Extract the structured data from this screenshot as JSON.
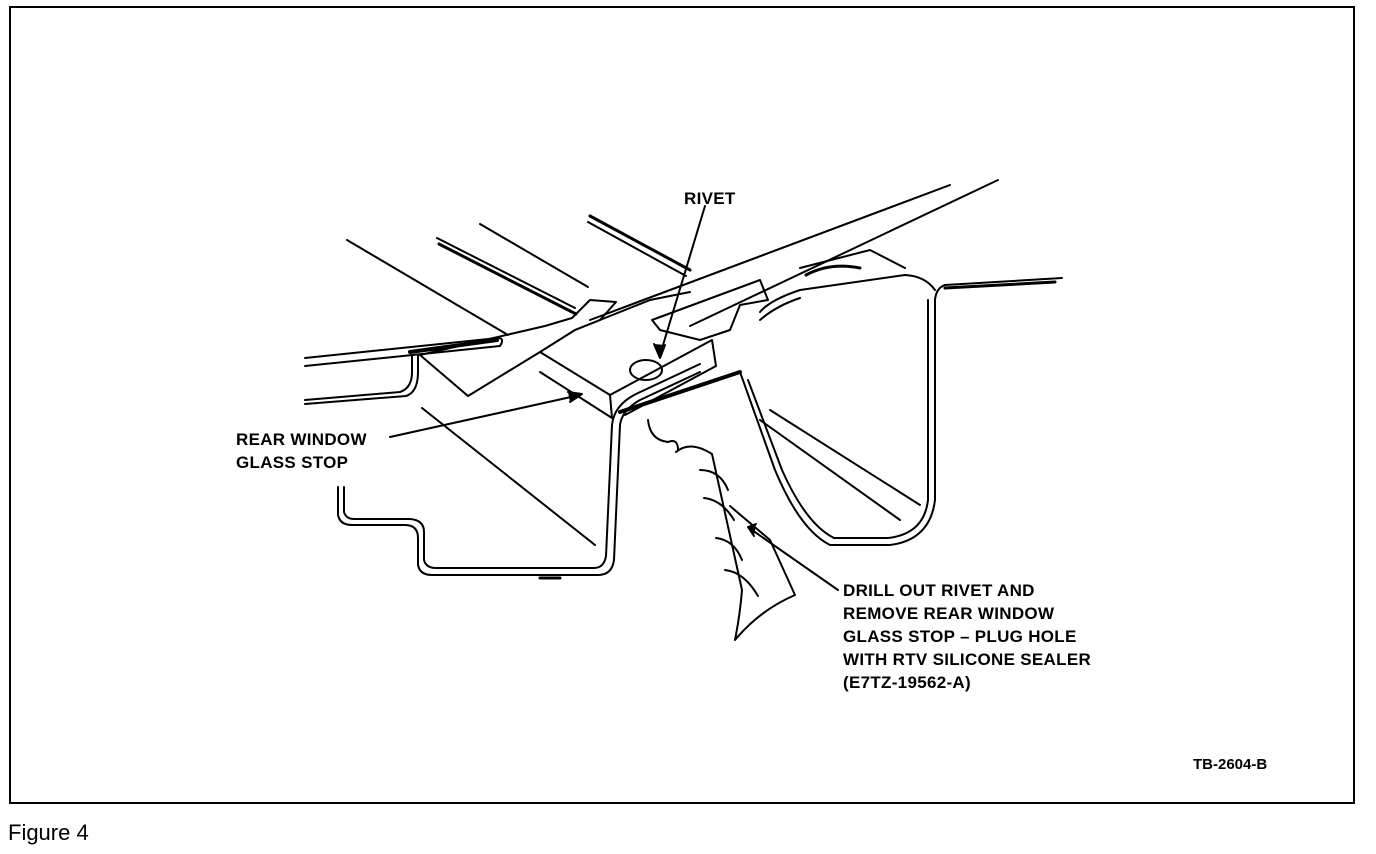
{
  "labels": {
    "rivet": "RIVET",
    "glass_stop": [
      "REAR WINDOW",
      "GLASS STOP"
    ],
    "drill_note": [
      "DRILL OUT RIVET AND",
      "REMOVE REAR WINDOW",
      "GLASS STOP – PLUG HOLE",
      "WITH RTV SILICONE SEALER",
      "(E7TZ-19562-A)"
    ]
  },
  "reference_code": "TB-2604-B",
  "caption": "Figure 4"
}
